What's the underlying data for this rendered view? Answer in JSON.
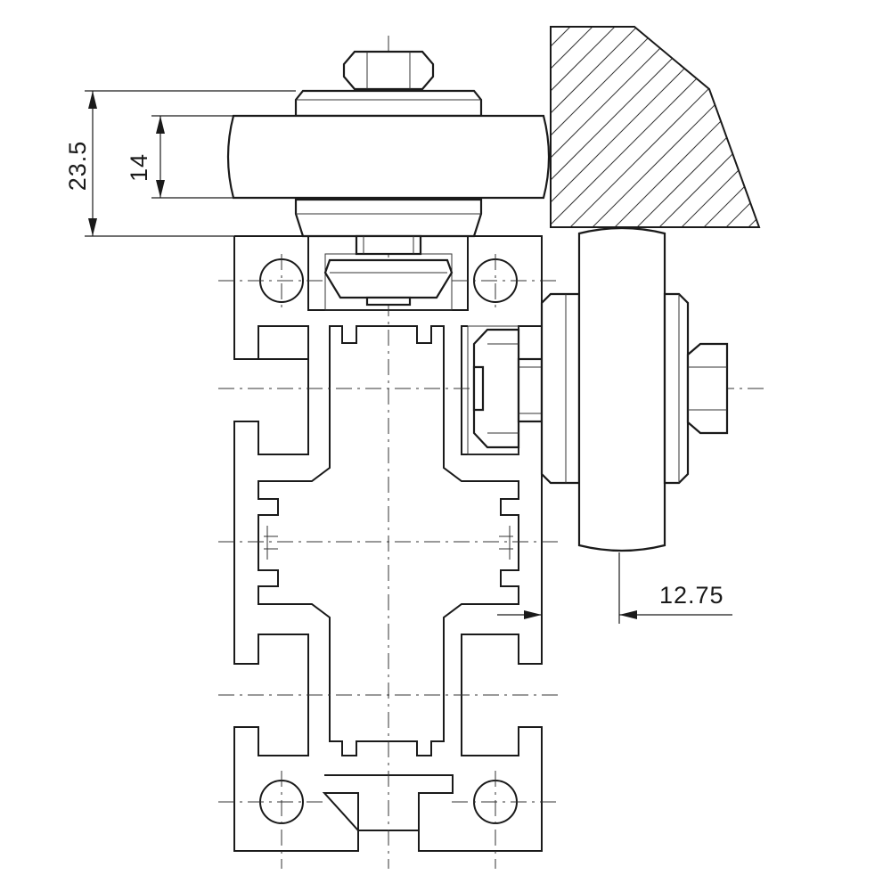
{
  "dimensions": {
    "overall_height": "23.5",
    "wheel_width": "14",
    "offset": "12.75"
  }
}
